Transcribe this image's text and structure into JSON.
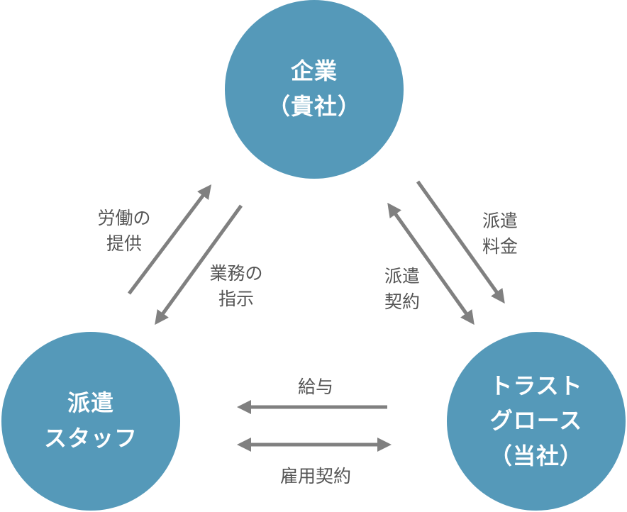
{
  "colors": {
    "node_fill": "#5599b9",
    "node_text": "#ffffff",
    "arrow": "#808080",
    "label_text": "#555555"
  },
  "nodes": {
    "company": {
      "line1": "企業",
      "line2": "（貴社）"
    },
    "staff": {
      "line1": "派遣",
      "line2": "スタッフ"
    },
    "trust": {
      "line1": "トラスト",
      "line2": "グロース",
      "line3": "（当社）"
    }
  },
  "edges": {
    "labor": {
      "line1": "労働の",
      "line2": "提供"
    },
    "instruction": {
      "line1": "業務の",
      "line2": "指示"
    },
    "fee": {
      "line1": "派遣",
      "line2": "料金"
    },
    "contract": {
      "line1": "派遣",
      "line2": "契約"
    },
    "salary": {
      "line1": "給与"
    },
    "employment": {
      "line1": "雇用契約"
    }
  }
}
